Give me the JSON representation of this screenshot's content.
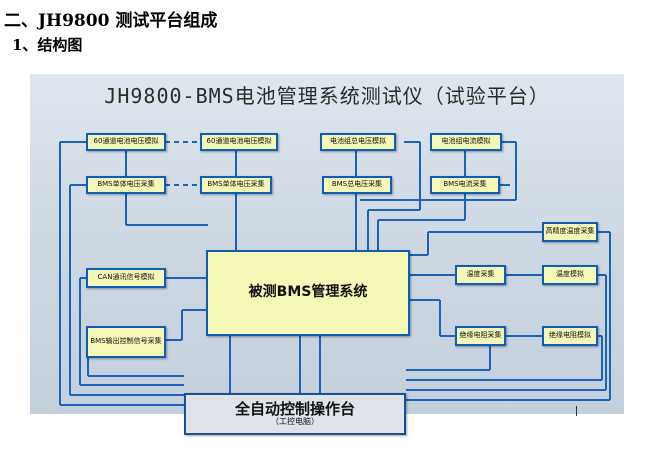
{
  "heading": "二、JH9800 测试平台组成",
  "subheading": "1、结构图",
  "diagram": {
    "title": "JH9800-BMS电池管理系统测试仪（试验平台）",
    "boxes": {
      "cell_voltage_sim_1": "60通道电池电压模拟",
      "cell_voltage_sim_2": "60通道电池电压模拟",
      "total_voltage_sim": "电池组总电压模拟",
      "current_sim": "电池组电流模拟",
      "bms_cell_voltage_1": "BMS单体电压采集",
      "bms_cell_voltage_2": "BMS单体电压采集",
      "bms_total_voltage": "BMS总电压采集",
      "bms_current": "BMS电流采集",
      "high_precision_temp": "高精度温度采集",
      "can_sim": "CAN通讯信号模拟",
      "bms_under_test": "被测BMS管理系统",
      "temp_acq": "温度采集",
      "temp_sim": "温度模拟",
      "bms_output_control": "BMS输出控制信号采集",
      "insulation_acq": "绝缘电阻采集",
      "insulation_sim": "绝缘电阻模拟",
      "console": "全自动控制操作台",
      "console_sub": "（工控电脑）"
    }
  }
}
